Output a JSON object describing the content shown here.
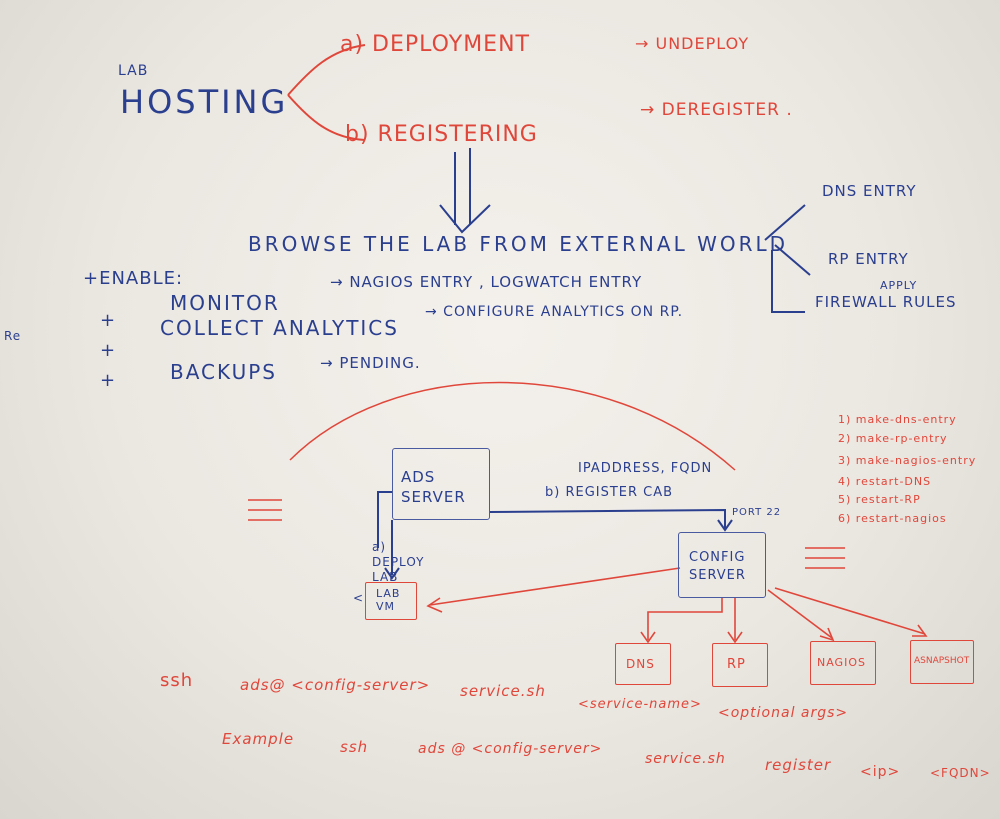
{
  "colors": {
    "board": "#ebe7e1",
    "blue_marker": "#2b3f8f",
    "red_marker": "#e0473b"
  },
  "header": {
    "lab_label": "LAB",
    "hosting_label": "HOSTING",
    "deployment": "a) DEPLOYMENT",
    "undeploy": "→ UNDEPLOY",
    "registering": "b) REGISTERING",
    "deregister": "→ DEREGISTER ."
  },
  "tasks": {
    "enable_prefix": "+ENABLE:",
    "browse": "BROWSE THE LAB FROM EXTERNAL WORLD",
    "dns_entry": "DNS ENTRY",
    "rp_entry": "RP ENTRY",
    "apply": "APPLY",
    "firewall_rules": "FIREWALL RULES",
    "monitor": "MONITOR",
    "monitor_detail": "→ NAGIOS ENTRY , LOGWATCH ENTRY",
    "analytics": "COLLECT ANALYTICS",
    "analytics_detail": "→ CONFIGURE ANALYTICS ON RP.",
    "backups": "BACKUPS",
    "backups_detail": "→ PENDING.",
    "plus": "+",
    "margin_note": "Re"
  },
  "diagram": {
    "ads_server": "ADS SERVER",
    "deploy_lab": "a) DEPLOY LAB",
    "lab_vm": "LAB VM",
    "vm_prefix": "<",
    "ip_fqdn": "IPADDRESS, FQDN",
    "register_cab": "b) REGISTER CAB",
    "port22": "PORT 22",
    "config_server": "CONFIG SERVER",
    "dns_box": "DNS",
    "rp_box": "RP",
    "nagios_box": "NAGIOS",
    "asnapshot_box": "ASNAPSHOT"
  },
  "steps": [
    "1) make-dns-entry",
    "2) make-rp-entry",
    "3) make-nagios-entry",
    "4) restart-DNS",
    "5) restart-RP",
    "6) restart-nagios"
  ],
  "commands": {
    "ssh": "ssh",
    "line1_host": "ads@ <config-server>",
    "line1_script": "service.sh",
    "line1_name": "<service-name>",
    "line1_args": "<optional args>",
    "example": "Example",
    "ex_ssh": "ssh",
    "ex_host": "ads @ <config-server>",
    "ex_script": "service.sh",
    "ex_cmd": "register",
    "ex_ip": "<ip>",
    "ex_fqdn": "<FQDN>"
  }
}
